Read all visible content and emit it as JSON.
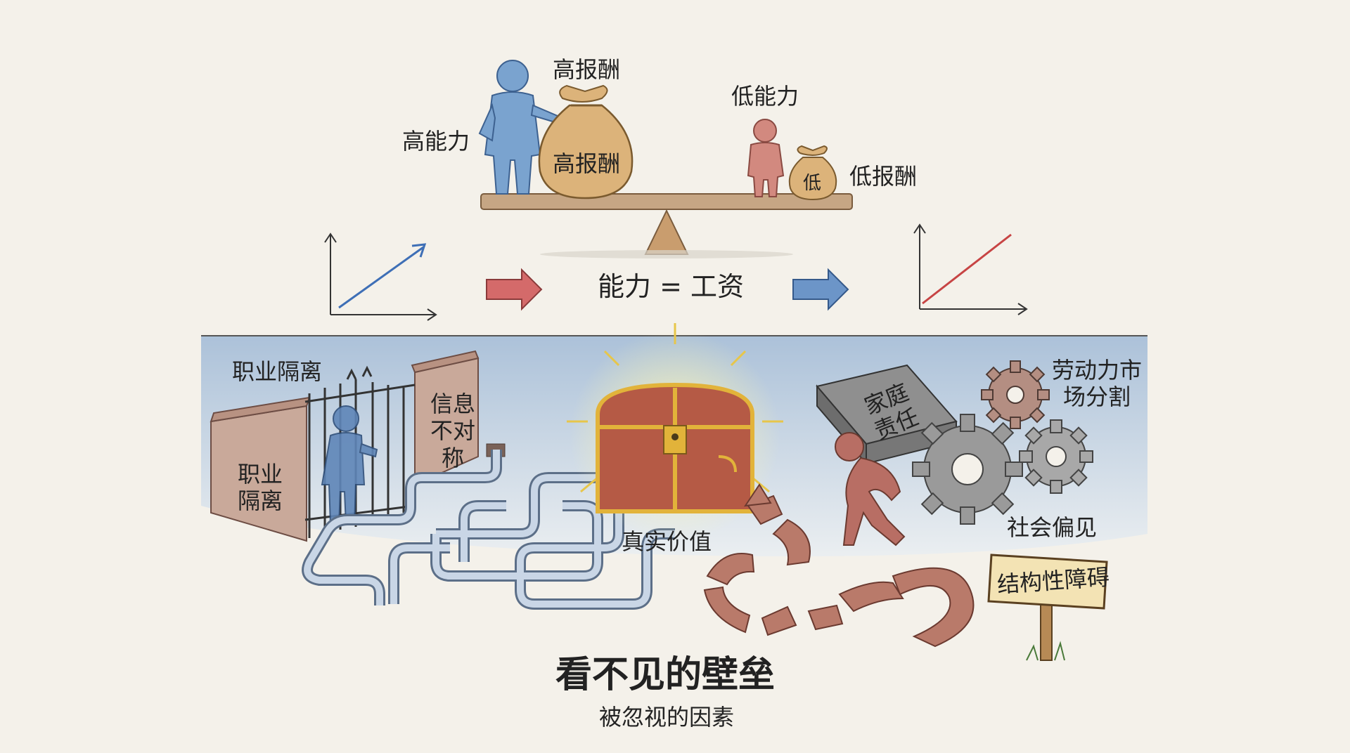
{
  "top": {
    "high_ability": "高能力",
    "high_reward_top": "高报酬",
    "high_reward_bag": "高报酬",
    "low_ability": "低能力",
    "low_reward": "低报酬",
    "low_bag": "低",
    "equation": "能力 = 工资"
  },
  "bottom": {
    "occ_segregation_top": "职业隔离",
    "occ_segregation_wall": [
      "职业",
      "隔离"
    ],
    "info_asymmetry": [
      "信息",
      "不对",
      "称"
    ],
    "family_responsibility": [
      "家庭",
      "责任"
    ],
    "labor_segmentation": [
      "劳动力市",
      "场分割"
    ],
    "true_value": "真实价值",
    "social_bias": "社会偏见",
    "structural_barrier": "结构性障碍"
  },
  "caption": {
    "title": "看不见的壁垒",
    "subtitle": "被忽视的因素"
  },
  "colors": {
    "blue_figure": "#6f9ccb",
    "red_figure": "#c47b72",
    "bag": "#d7b27a",
    "arrow_red": "#d46a6a",
    "arrow_blue": "#6c95c8",
    "chest_wood": "#b55a45",
    "chest_gold": "#e2b33a",
    "ground_blue": "#b9cce0"
  }
}
